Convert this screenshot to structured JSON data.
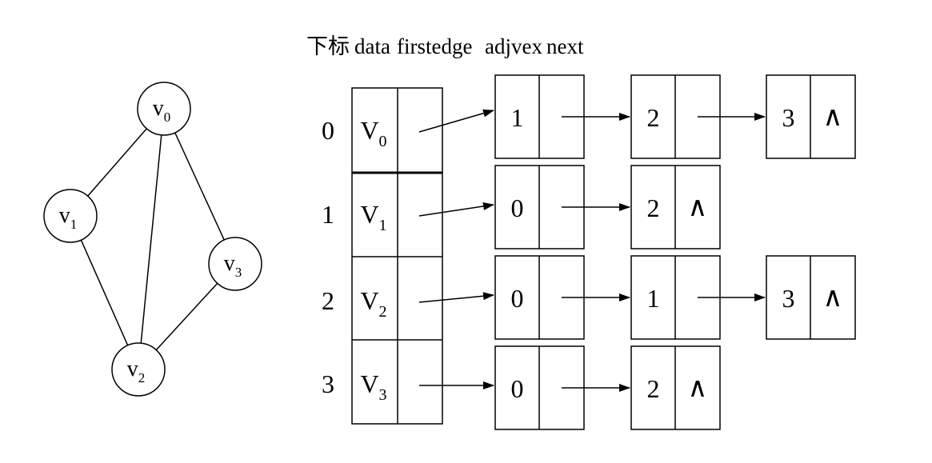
{
  "header": {
    "index": "下标",
    "data": "data",
    "firstedge": "firstedge",
    "adjvex": "adjvex",
    "next": "next"
  },
  "graph": {
    "vertices": [
      {
        "base": "v",
        "sub": "0"
      },
      {
        "base": "v",
        "sub": "1"
      },
      {
        "base": "v",
        "sub": "2"
      },
      {
        "base": "v",
        "sub": "3"
      }
    ],
    "edges": [
      [
        0,
        1
      ],
      [
        0,
        2
      ],
      [
        0,
        3
      ],
      [
        1,
        2
      ],
      [
        2,
        3
      ]
    ]
  },
  "table": {
    "null_symbol": "∧",
    "rows": [
      {
        "index": "0",
        "base": "V",
        "sub": "0",
        "adj": [
          "1",
          "2",
          "3"
        ]
      },
      {
        "index": "1",
        "base": "V",
        "sub": "1",
        "adj": [
          "0",
          "2"
        ]
      },
      {
        "index": "2",
        "base": "V",
        "sub": "2",
        "adj": [
          "0",
          "1",
          "3"
        ]
      },
      {
        "index": "3",
        "base": "V",
        "sub": "3",
        "adj": [
          "0",
          "2"
        ]
      }
    ]
  },
  "colors": {
    "ink": "#000000",
    "background": "#ffffff"
  }
}
